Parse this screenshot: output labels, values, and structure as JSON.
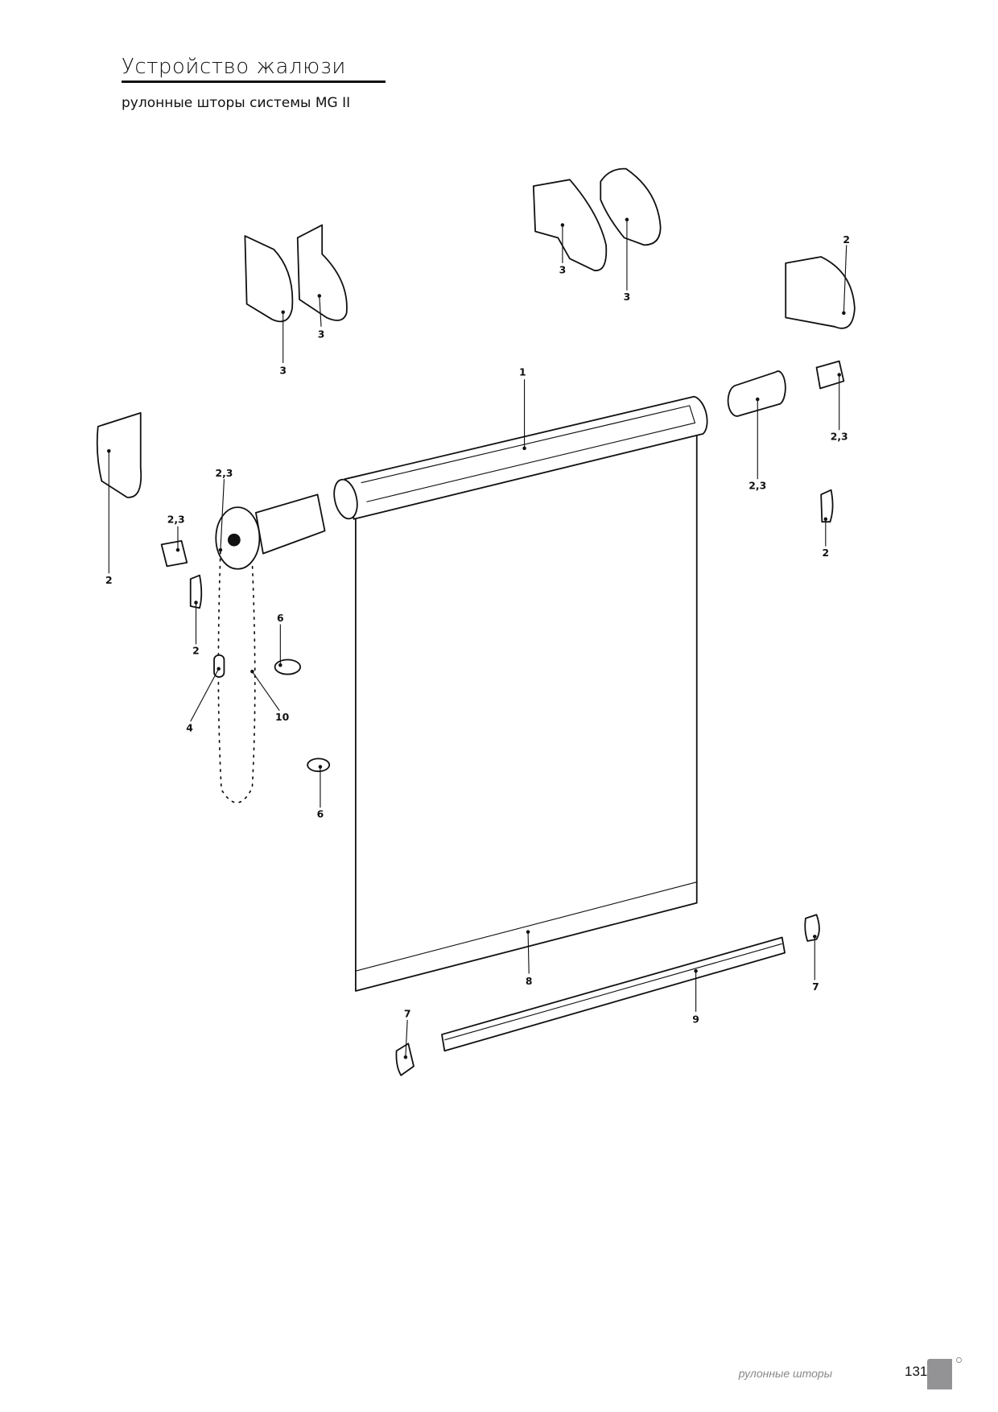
{
  "header": {
    "title": "Устройство жалюзи",
    "subtitle": "рулонные шторы системы MG II"
  },
  "diagram": {
    "callouts": {
      "roller_tube": "1",
      "bracket_right_top": "2",
      "bracket_mid_a": "3",
      "bracket_mid_b": "3",
      "bracket_left_a": "3",
      "bracket_left_b": "3",
      "end_plug_right_small": "2,3",
      "end_plug_right": "2,3",
      "control_unit": "2,3",
      "clip_left": "2,3",
      "bracket_left": "2",
      "cap_left": "2",
      "cap_right": "2",
      "chain_stop_top": "6",
      "chain_stop_bottom": "6",
      "chain": "10",
      "chain_connector": "4",
      "fabric": "8",
      "bottom_bar": "9",
      "end_cap_left": "7",
      "end_cap_right": "7"
    }
  },
  "footer": {
    "section": "рулонные шторы",
    "page_number": "131",
    "tab_color": "#939396"
  }
}
